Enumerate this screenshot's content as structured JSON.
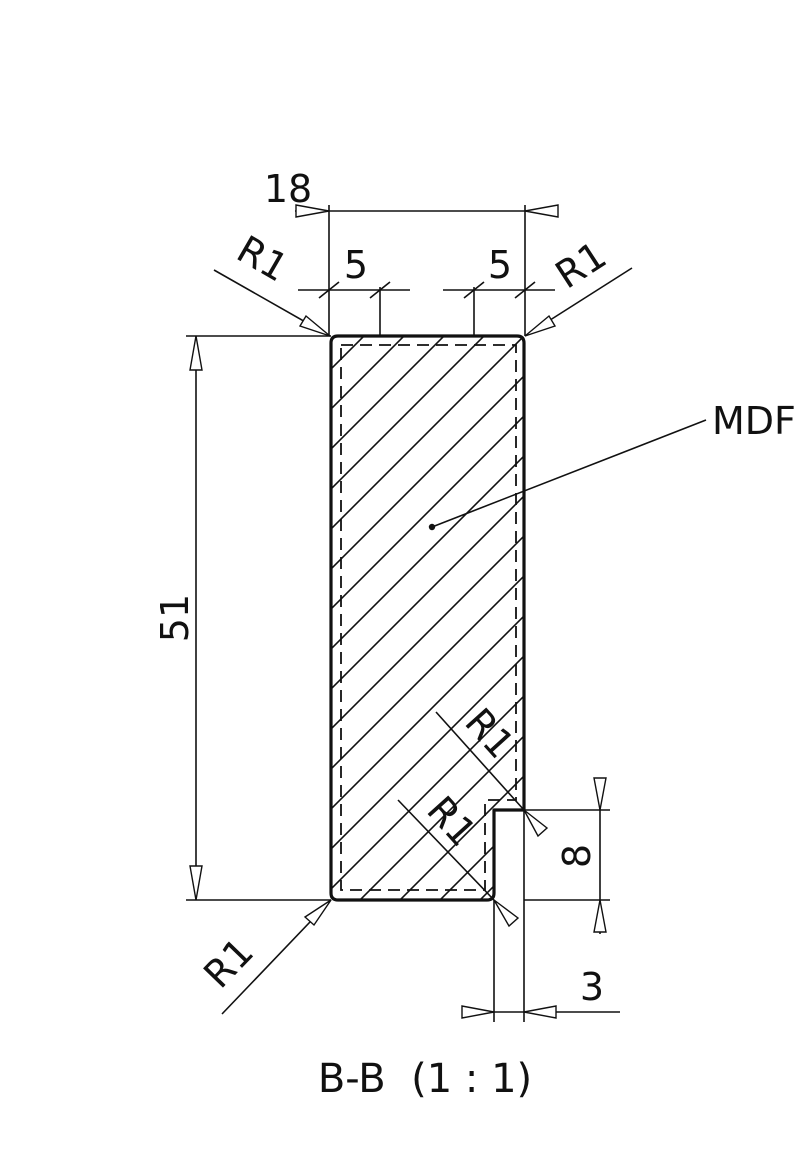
{
  "section": {
    "material_label": "MDF",
    "caption": "B-B  (1 : 1)"
  },
  "dimensions": {
    "width": "18",
    "height": "51",
    "top_left_offset": "5",
    "top_right_offset": "5",
    "groove_height": "8",
    "groove_depth": "3"
  },
  "radii": {
    "top_left": "R1",
    "top_right": "R1",
    "bottom_left": "R1",
    "groove_upper": "R1",
    "groove_lower": "R1"
  }
}
